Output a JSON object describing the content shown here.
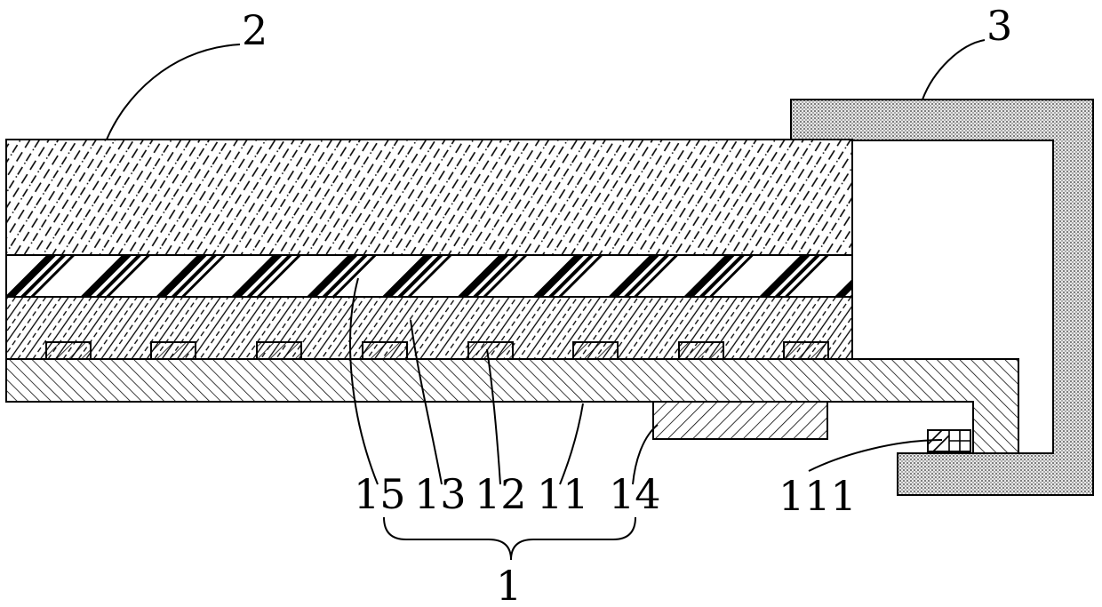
{
  "labels": {
    "glass_cover": "2",
    "frame": "3",
    "group_1": "1",
    "layer_15": "15",
    "layer_13": "13",
    "layer_12": "12",
    "layer_11": "11",
    "layer_14": "14",
    "part_111": "111"
  }
}
